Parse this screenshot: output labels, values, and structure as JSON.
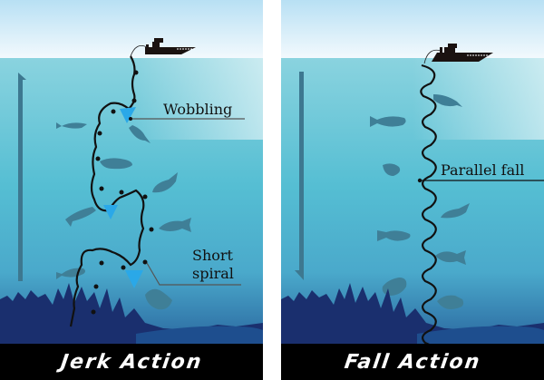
{
  "panels": [
    {
      "id": "jerk",
      "title": "Jerk Action",
      "annotations": [
        "Wobbling",
        "Short",
        "spiral"
      ]
    },
    {
      "id": "fall",
      "title": "Fall Action",
      "annotations": [
        "Parallel fall"
      ]
    }
  ],
  "colors": {
    "sky_top": "#b8e0f4",
    "sky_bottom": "#f2f9fd",
    "water_top": "#7ecfdc",
    "water_mid": "#4fb8cf",
    "water_deep": "#2a6fa3",
    "seabed": "#1a2f6e",
    "fish": "#3f7f97",
    "lure": "#2aa8e8",
    "line": "#111111",
    "label_bg": "#000000",
    "label_text": "#ffffff"
  }
}
